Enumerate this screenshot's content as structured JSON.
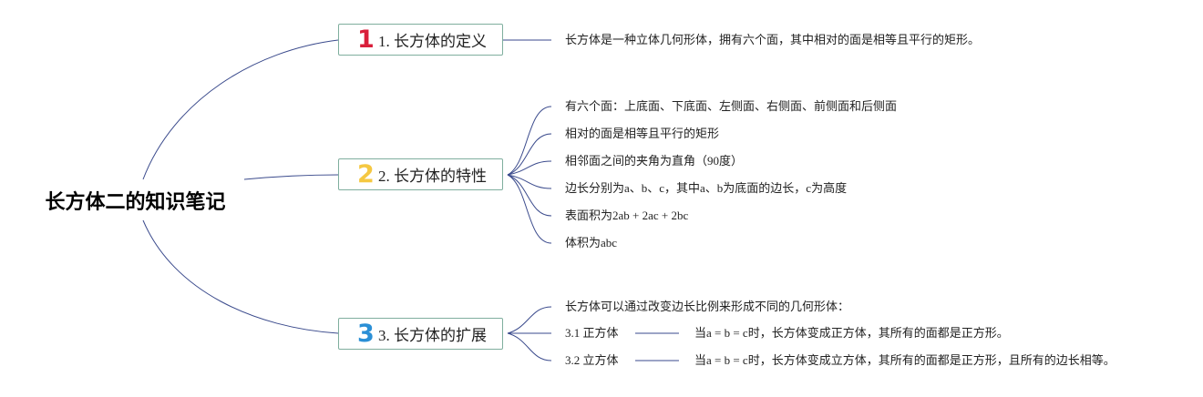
{
  "central_topic": "长方体二的知识笔记",
  "colors": {
    "line": "#3a4a8c",
    "branch_border": "#7fae9e",
    "num1": "#d91e3a",
    "num2": "#f5c842",
    "num3": "#2a8fd6"
  },
  "branches": [
    {
      "number": "1",
      "label": "1. 长方体的定义",
      "children": [
        {
          "text": "长方体是一种立体几何形体，拥有六个面，其中相对的面是相等且平行的矩形。"
        }
      ]
    },
    {
      "number": "2",
      "label": "2. 长方体的特性",
      "children": [
        {
          "text": "有六个面：上底面、下底面、左侧面、右侧面、前侧面和后侧面"
        },
        {
          "text": "相对的面是相等且平行的矩形"
        },
        {
          "text": "相邻面之间的夹角为直角（90度）"
        },
        {
          "text": "边长分别为a、b、c，其中a、b为底面的边长，c为高度"
        },
        {
          "text": "表面积为2ab + 2ac + 2bc"
        },
        {
          "text": "体积为abc"
        }
      ]
    },
    {
      "number": "3",
      "label": "3. 长方体的扩展",
      "children": [
        {
          "text": "长方体可以通过改变边长比例来形成不同的几何形体："
        },
        {
          "text": "3.1 正方体",
          "detail": "当a = b = c时，长方体变成正方体，其所有的面都是正方形。"
        },
        {
          "text": "3.2 立方体",
          "detail": "当a = b = c时，长方体变成立方体，其所有的面都是正方形，且所有的边长相等。"
        }
      ]
    }
  ]
}
